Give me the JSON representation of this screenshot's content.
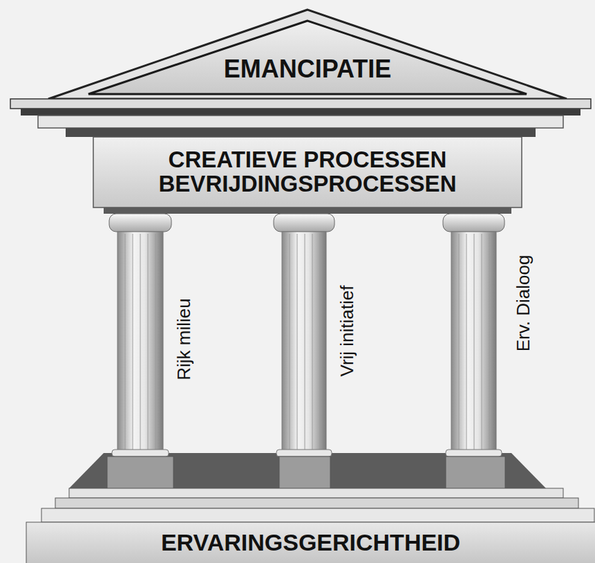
{
  "diagram": {
    "nodes": [
      {
        "text": [
          "EMANCIPATIE"
        ]
      },
      {
        "text": [
          "CREATIEVE PROCESSEN",
          "BEVRIJDINGSPROCESSEN"
        ]
      },
      {
        "text": [
          "Rijk milieu"
        ]
      },
      {
        "text": [
          "Vrij initiatief"
        ]
      },
      {
        "text": [
          "Erv. Dialoog"
        ]
      },
      {
        "text": [
          "ERVARINGSGERICHTHEID"
        ]
      }
    ]
  }
}
